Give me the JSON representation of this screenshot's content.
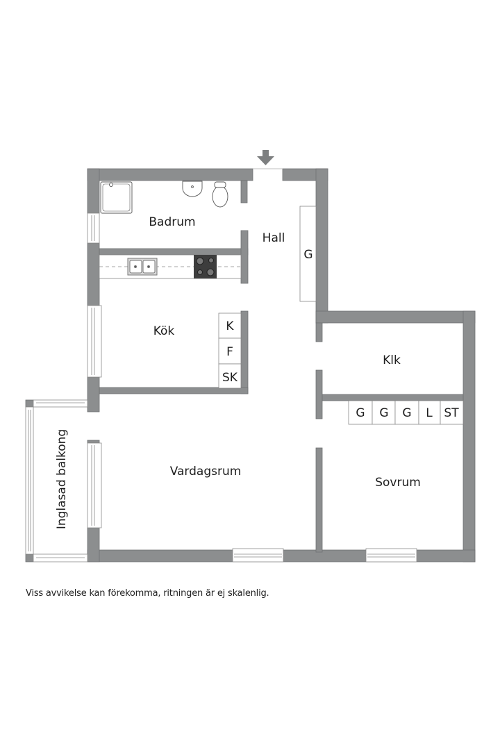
{
  "plan": {
    "wall_color": "#8c8e8f",
    "wall_stroke": "#6f7172",
    "line_color": "#8a8a8a",
    "rooms": {
      "badrum": "Badrum",
      "hall": "Hall",
      "kok": "Kök",
      "klk": "Klk",
      "vardagsrum": "Vardagsrum",
      "sovrum": "Sovrum",
      "balkong": "Inglasad balkong"
    },
    "hall_storage": "G",
    "kitchen_units": [
      "K",
      "F",
      "SK"
    ],
    "bedroom_storage": [
      "G",
      "G",
      "G",
      "L",
      "ST"
    ],
    "entrance_arrow": "entrance-arrow"
  },
  "footer": {
    "disclaimer": "Viss avvikelse kan förekomma, ritningen är ej skalenlig."
  }
}
